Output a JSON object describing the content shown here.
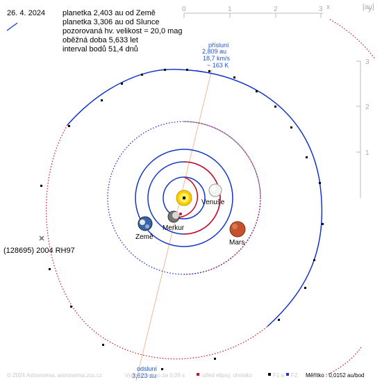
{
  "date": "26. 4. 2024",
  "info_lines": [
    "planetka 2,403 au od Země",
    "planetka 3,306 au od Slunce",
    "pozorovaná hv. velikost = 20,0 mag",
    "oběžná doba 5,633 let",
    "interval bodů 51,4 dnů"
  ],
  "perihelion": {
    "title": "přísluní",
    "distance": "2,809 au",
    "speed": "18,7 km/s",
    "temperature": "~ 163 K"
  },
  "aphelion": {
    "title": "odsluní",
    "distance": "3,623 au"
  },
  "asteroid_label": "(128695) 2004 RH97",
  "planets": {
    "venus": "Venuše",
    "mercury": "Merkur",
    "earth": "Země",
    "mars": "Mars"
  },
  "scale": {
    "unit": "[au]",
    "x_axis_label": "x",
    "y_axis_label": "y",
    "top_ticks": [
      "0",
      "1",
      "2",
      "3"
    ],
    "side_ticks": [
      "3",
      "2",
      "1"
    ]
  },
  "footer": {
    "copyright": "© 2024 Astronomia, astronomia.zcu.cz",
    "render_note": "Vygenerováno za 0,09 s",
    "legend_mid": "střed elipsy, ohnisko",
    "legend_f1": "F1 a",
    "legend_f2": "F2",
    "scale_text": "Měřítko : 0,0152 au/bod"
  },
  "colors": {
    "orbit_blue": "#1133cc",
    "orbit_red": "#cc1122",
    "sun": "#ffcc00",
    "axis_line": "#f0b89a",
    "label_blue": "#2255cc"
  }
}
